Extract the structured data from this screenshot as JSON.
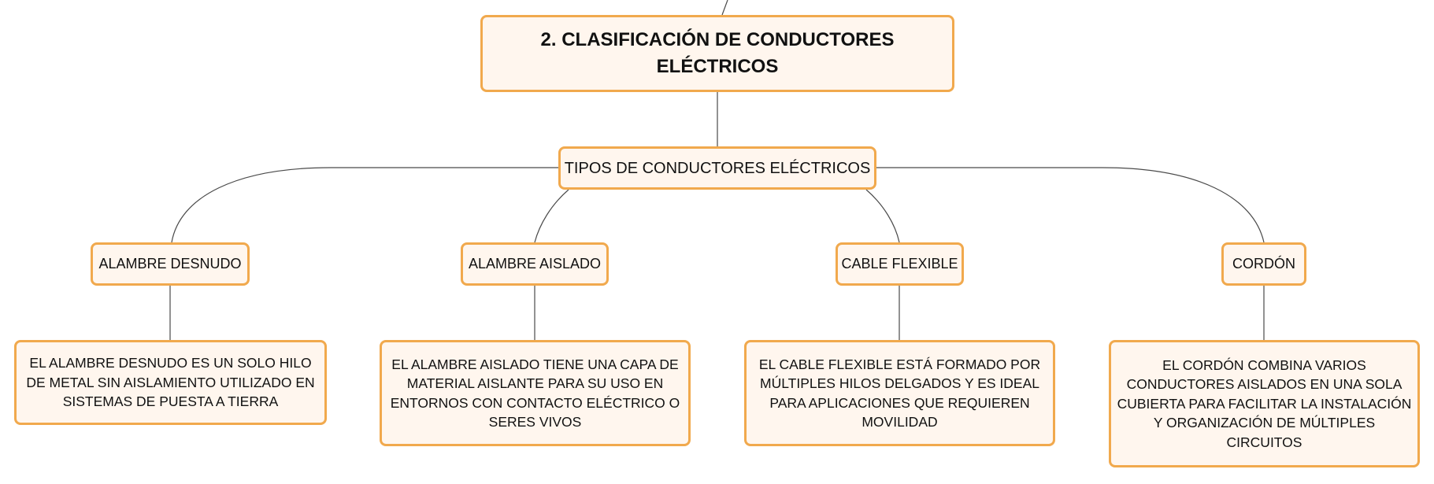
{
  "diagram": {
    "root": {
      "label": "2. CLASIFICACIÓN DE CONDUCTORES ELÉCTRICOS"
    },
    "middle": {
      "label": "TIPOS DE CONDUCTORES ELÉCTRICOS"
    },
    "branches": [
      {
        "label": "ALAMBRE DESNUDO",
        "description": "EL ALAMBRE DESNUDO ES UN SOLO HILO DE METAL SIN AISLAMIENTO UTILIZADO EN SISTEMAS DE PUESTA A TIERRA"
      },
      {
        "label": "ALAMBRE AISLADO",
        "description": "EL ALAMBRE AISLADO TIENE UNA CAPA DE MATERIAL AISLANTE PARA SU USO EN ENTORNOS CON CONTACTO ELÉCTRICO O SERES VIVOS"
      },
      {
        "label": "CABLE FLEXIBLE",
        "description": "EL CABLE FLEXIBLE ESTÁ FORMADO POR MÚLTIPLES HILOS DELGADOS Y ES IDEAL PARA APLICACIONES QUE REQUIEREN MOVILIDAD"
      },
      {
        "label": "CORDÓN",
        "description": "EL CORDÓN COMBINA VARIOS CONDUCTORES AISLADOS EN UNA SOLA CUBIERTA PARA FACILITAR LA INSTALACIÓN Y ORGANIZACIÓN DE MÚLTIPLES CIRCUITOS"
      }
    ],
    "colors": {
      "node_border": "#f1a94d",
      "node_fill": "#fff6ee",
      "connector": "#4a4a4a"
    }
  }
}
